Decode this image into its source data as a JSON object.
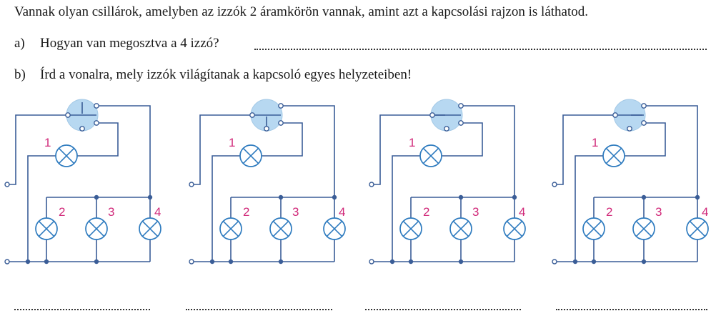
{
  "intro": "Vannak olyan csillárok, amelyben az izzók 2 áramkörön vannak, amint azt a kapcsolási rajzon is láthatod.",
  "question_a": {
    "label": "a)",
    "text": "Hogyan van megosztva a 4 izzó?"
  },
  "question_b": {
    "label": "b)",
    "text": "Írd a vonalra, mely izzók világítanak a kapcsoló egyes helyzeteiben!"
  },
  "bulb_numbers": [
    "1",
    "2",
    "3",
    "4"
  ],
  "colors": {
    "wire": "#3a5d97",
    "bulb": "#2e7bbf",
    "switch": "#b7d8f1",
    "number": "#d12a7a"
  },
  "circuits": [
    {
      "switch_position": "up"
    },
    {
      "switch_position": "down"
    },
    {
      "switch_position": "left"
    },
    {
      "switch_position": "right"
    }
  ]
}
